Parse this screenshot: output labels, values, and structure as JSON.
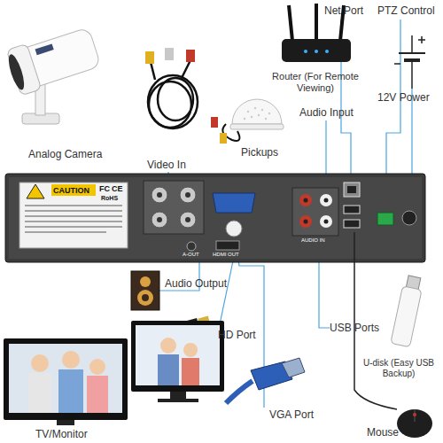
{
  "diagram": {
    "labels": [
      "Analog Camera",
      "Video In",
      "Net Port",
      "Router (For Remote Viewing)",
      "PTZ Control",
      "Audio Input",
      "Pickups",
      "12V Power",
      "CAUTION",
      "FC",
      "CE",
      "RoHS",
      "A-OUT",
      "HDMI OUT",
      "AUDIO IN",
      "Audio Output",
      "HD Port",
      "USB Ports",
      "U-disk (Easy USB Backup)",
      "VGA Port",
      "TV/Monitor",
      "Mouse"
    ]
  }
}
